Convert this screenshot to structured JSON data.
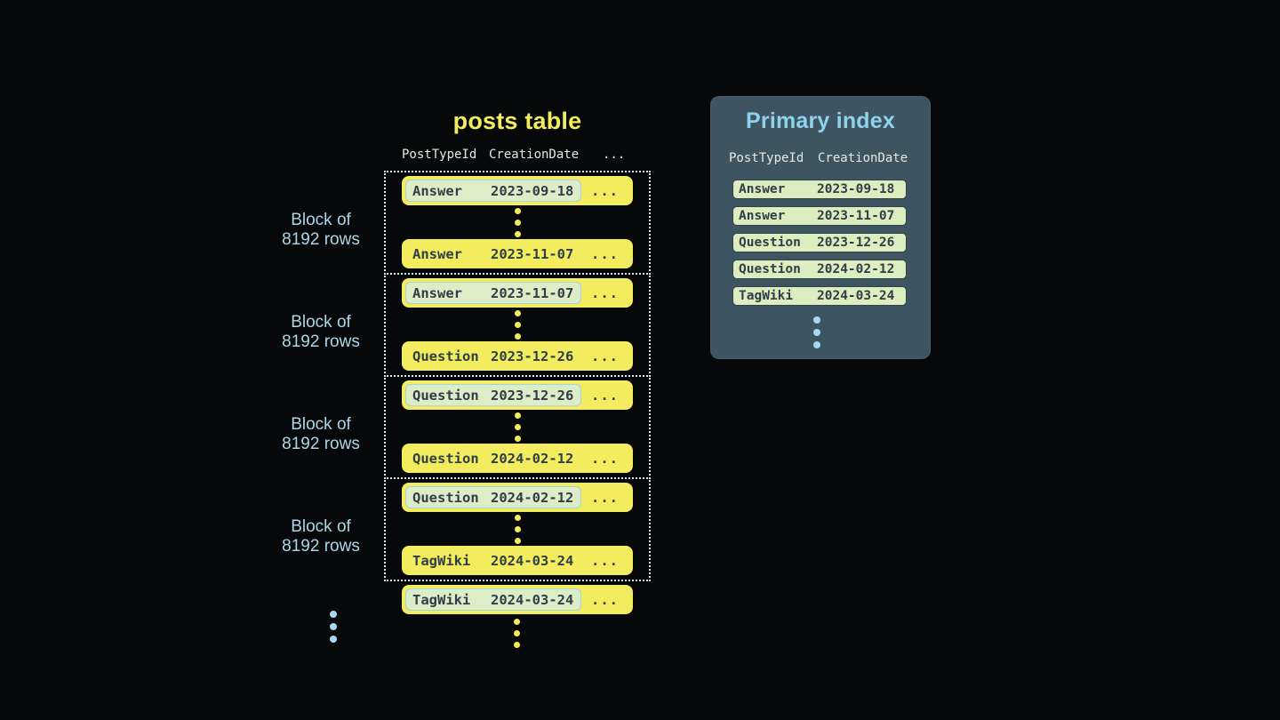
{
  "colors": {
    "bg": "#070809",
    "yellow": "#f2ec5e",
    "dark_text": "#2f3e48",
    "dotted": "#d3ecf5",
    "hl_bg": "#dcedc8",
    "hl_border": "#a3d3e6",
    "panel_bg": "#3e5461",
    "panel_title": "#8ed2ed",
    "header_text": "#e4e9e7",
    "pill_bg": "#dcedbf",
    "pill_border": "#32424c",
    "blue_dot": "#a5d9f0",
    "block_label": "#a9d6e9"
  },
  "icons": {
    "ellipsis_vertical": "vertical-dots (3 circles)",
    "row_more": "..."
  },
  "posts_table": {
    "title": "posts table",
    "headers": {
      "col1": "PostTypeId",
      "col2": "CreationDate",
      "col3": "..."
    },
    "blocks": [
      {
        "label_line1": "Block of",
        "label_line2": "8192 rows",
        "first_row": {
          "type": "Answer",
          "date": "2023-09-18",
          "more": "..."
        },
        "last_row": {
          "type": "Answer",
          "date": "2023-11-07",
          "more": "..."
        }
      },
      {
        "label_line1": "Block of",
        "label_line2": "8192 rows",
        "first_row": {
          "type": "Answer",
          "date": "2023-11-07",
          "more": "..."
        },
        "last_row": {
          "type": "Question",
          "date": "2023-12-26",
          "more": "..."
        }
      },
      {
        "label_line1": "Block of",
        "label_line2": "8192 rows",
        "first_row": {
          "type": "Question",
          "date": "2023-12-26",
          "more": "..."
        },
        "last_row": {
          "type": "Question",
          "date": "2024-02-12",
          "more": "..."
        }
      },
      {
        "label_line1": "Block of",
        "label_line2": "8192 rows",
        "first_row": {
          "type": "Question",
          "date": "2024-02-12",
          "more": "..."
        },
        "last_row": {
          "type": "TagWiki",
          "date": "2024-03-24",
          "more": "..."
        }
      }
    ],
    "overflow_row": {
      "type": "TagWiki",
      "date": "2024-03-24",
      "more": "..."
    }
  },
  "primary_index": {
    "title": "Primary index",
    "headers": {
      "col1": "PostTypeId",
      "col2": "CreationDate"
    },
    "entries": [
      {
        "type": "Answer",
        "date": "2023-09-18"
      },
      {
        "type": "Answer",
        "date": "2023-11-07"
      },
      {
        "type": "Question",
        "date": "2023-12-26"
      },
      {
        "type": "Question",
        "date": "2024-02-12"
      },
      {
        "type": "TagWiki",
        "date": "2024-03-24"
      }
    ]
  }
}
